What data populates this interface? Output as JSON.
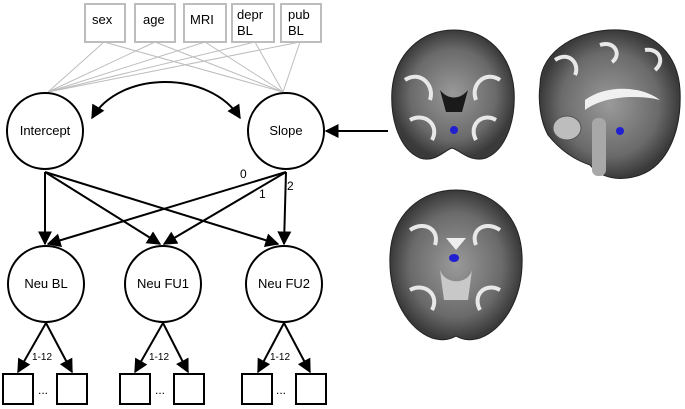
{
  "covariates": [
    {
      "line1": "sex",
      "line2": ""
    },
    {
      "line1": "age",
      "line2": ""
    },
    {
      "line1": "MRI",
      "line2": ""
    },
    {
      "line1": "depr",
      "line2": "BL"
    },
    {
      "line1": "pub",
      "line2": "BL"
    }
  ],
  "latent": {
    "intercept": "Intercept",
    "slope": "Slope"
  },
  "factors": [
    "Neu BL",
    "Neu FU1",
    "Neu FU2"
  ],
  "slope_loadings": [
    "0",
    "1",
    "2"
  ],
  "indicator_range": "1-12",
  "ellipsis": "...",
  "brain_views": [
    "coronal",
    "sagittal",
    "axial"
  ],
  "colors": {
    "covariate_border": "#bdbdbd",
    "highlight_blob": "#2020d0"
  }
}
